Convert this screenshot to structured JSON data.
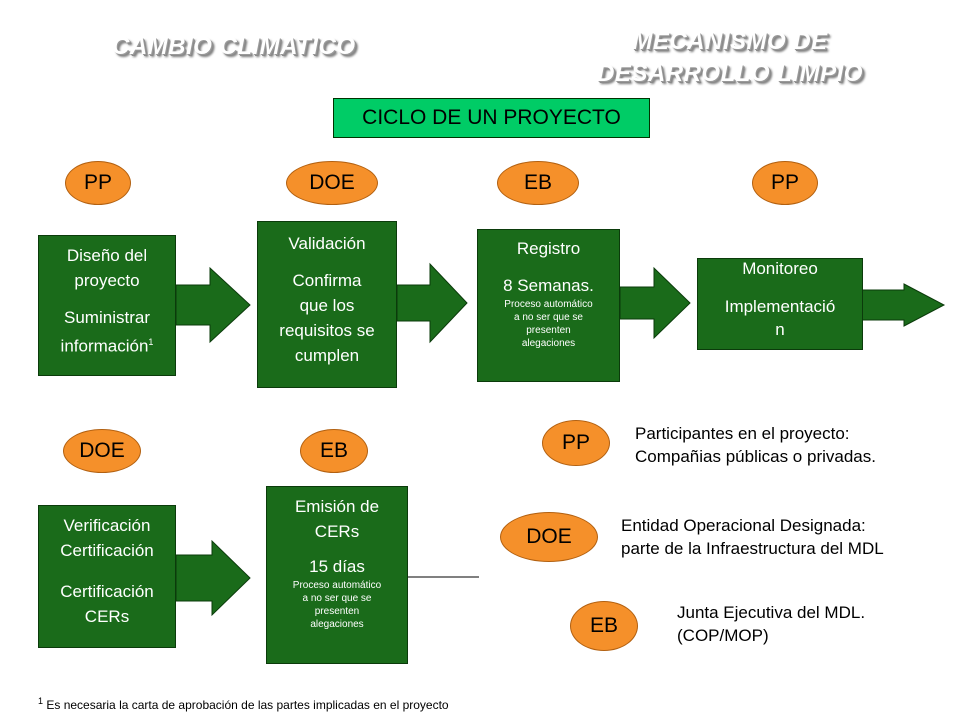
{
  "header": {
    "left_title": "CAMBIO CLIMATICO",
    "right_title_line1": "MECANISMO DE",
    "right_title_line2": "DESARROLLO LIMPIO"
  },
  "cycle_title": "CICLO DE UN PROYECTO",
  "row1": {
    "ovals": [
      "PP",
      "DOE",
      "EB",
      "PP"
    ],
    "boxes": [
      {
        "lines": [
          "Diseño del",
          "proyecto",
          "",
          "Suministrar",
          "información"
        ],
        "sup": "1"
      },
      {
        "lines": [
          "Validación",
          "",
          "Confirma",
          "que los",
          "requisitos se",
          "cumplen"
        ]
      },
      {
        "title": "Registro",
        "subtitle": "8 Semanas.",
        "note": [
          "Proceso automático",
          "a no ser que se",
          "presenten",
          "alegaciones"
        ]
      },
      {
        "lines": [
          "Monitoreo",
          "",
          "Implementació",
          "n"
        ]
      }
    ]
  },
  "row2": {
    "ovals": [
      "DOE",
      "EB"
    ],
    "boxes": [
      {
        "lines": [
          "Verificación",
          "Certificación",
          "",
          "Certificación",
          "CERs"
        ]
      },
      {
        "title_lines": [
          "Emisión de",
          "CERs"
        ],
        "subtitle": "15 días",
        "note": [
          "Proceso automático",
          "a no ser que se",
          "presenten",
          "alegaciones"
        ]
      }
    ]
  },
  "legend": [
    {
      "abbr": "PP",
      "lines": [
        "Participantes en el proyecto:",
        "Compañias públicas o privadas."
      ]
    },
    {
      "abbr": "DOE",
      "lines": [
        "Entidad Operacional Designada:",
        "parte de la Infraestructura del MDL"
      ]
    },
    {
      "abbr": "EB",
      "lines": [
        "Junta Ejecutiva del MDL.",
        "(COP/MOP)"
      ]
    }
  ],
  "footnote": {
    "mark": "1",
    "text": "Es necesaria la carta de aprobación de las partes implicadas en el proyecto"
  },
  "colors": {
    "oval_fill": "#f5902a",
    "box_fill": "#1a6b1a",
    "title_box_fill": "#00cc66"
  }
}
